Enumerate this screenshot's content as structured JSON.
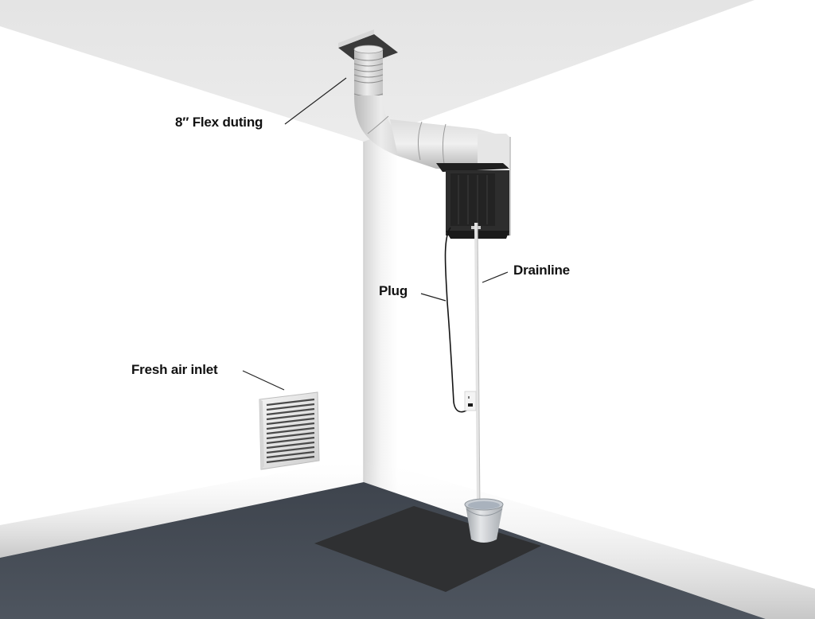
{
  "diagram": {
    "subject": "Room corner with ducted dehumidifier installation",
    "labels": {
      "flex_ducting": "8″ Flex duting",
      "drainline": "Drainline",
      "plug": "Plug",
      "fresh_air_inlet": "Fresh air inlet"
    },
    "components": [
      {
        "id": "ceiling-duct-collar",
        "label_ref": "flex_ducting"
      },
      {
        "id": "flex-duct",
        "label_ref": "flex_ducting"
      },
      {
        "id": "dehumidifier-unit",
        "label_ref": null
      },
      {
        "id": "power-cord",
        "label_ref": "plug"
      },
      {
        "id": "wall-outlet",
        "label_ref": null
      },
      {
        "id": "drain-line",
        "label_ref": "drainline"
      },
      {
        "id": "bucket",
        "label_ref": null
      },
      {
        "id": "floor-mat",
        "label_ref": null
      },
      {
        "id": "fresh-air-grille",
        "label_ref": "fresh_air_inlet"
      }
    ],
    "colors": {
      "ceiling": "#e6e6e6",
      "wall": "#ffffff",
      "wall_shade": "#d8d8d8",
      "floor": "#4a515b",
      "mat": "#2f2f31",
      "unit": "#2b2b2b",
      "duct": "#d4d4d4",
      "label_text": "#111111",
      "leader_line": "#222222"
    }
  }
}
